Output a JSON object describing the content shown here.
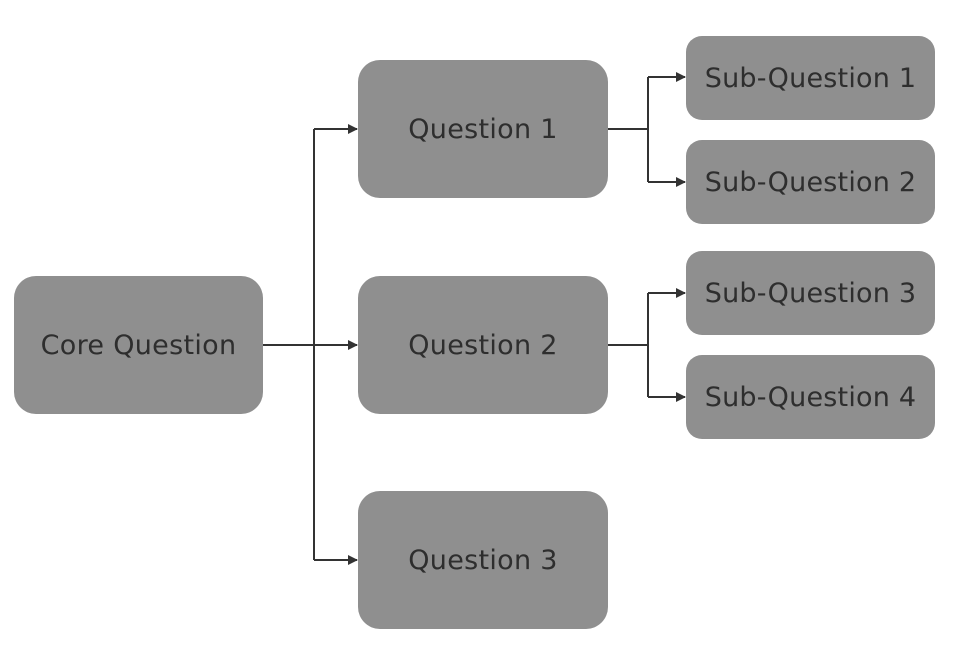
{
  "diagram": {
    "core": "Core Question",
    "questions": [
      "Question 1",
      "Question 2",
      "Question 3"
    ],
    "sub_questions": [
      "Sub-Question 1",
      "Sub-Question 2",
      "Sub-Question 3",
      "Sub-Question 4"
    ],
    "colors": {
      "node_fill": "#8f8f8f",
      "node_text": "#2e2e2e",
      "connector": "#333333",
      "background": "#ffffff"
    }
  }
}
